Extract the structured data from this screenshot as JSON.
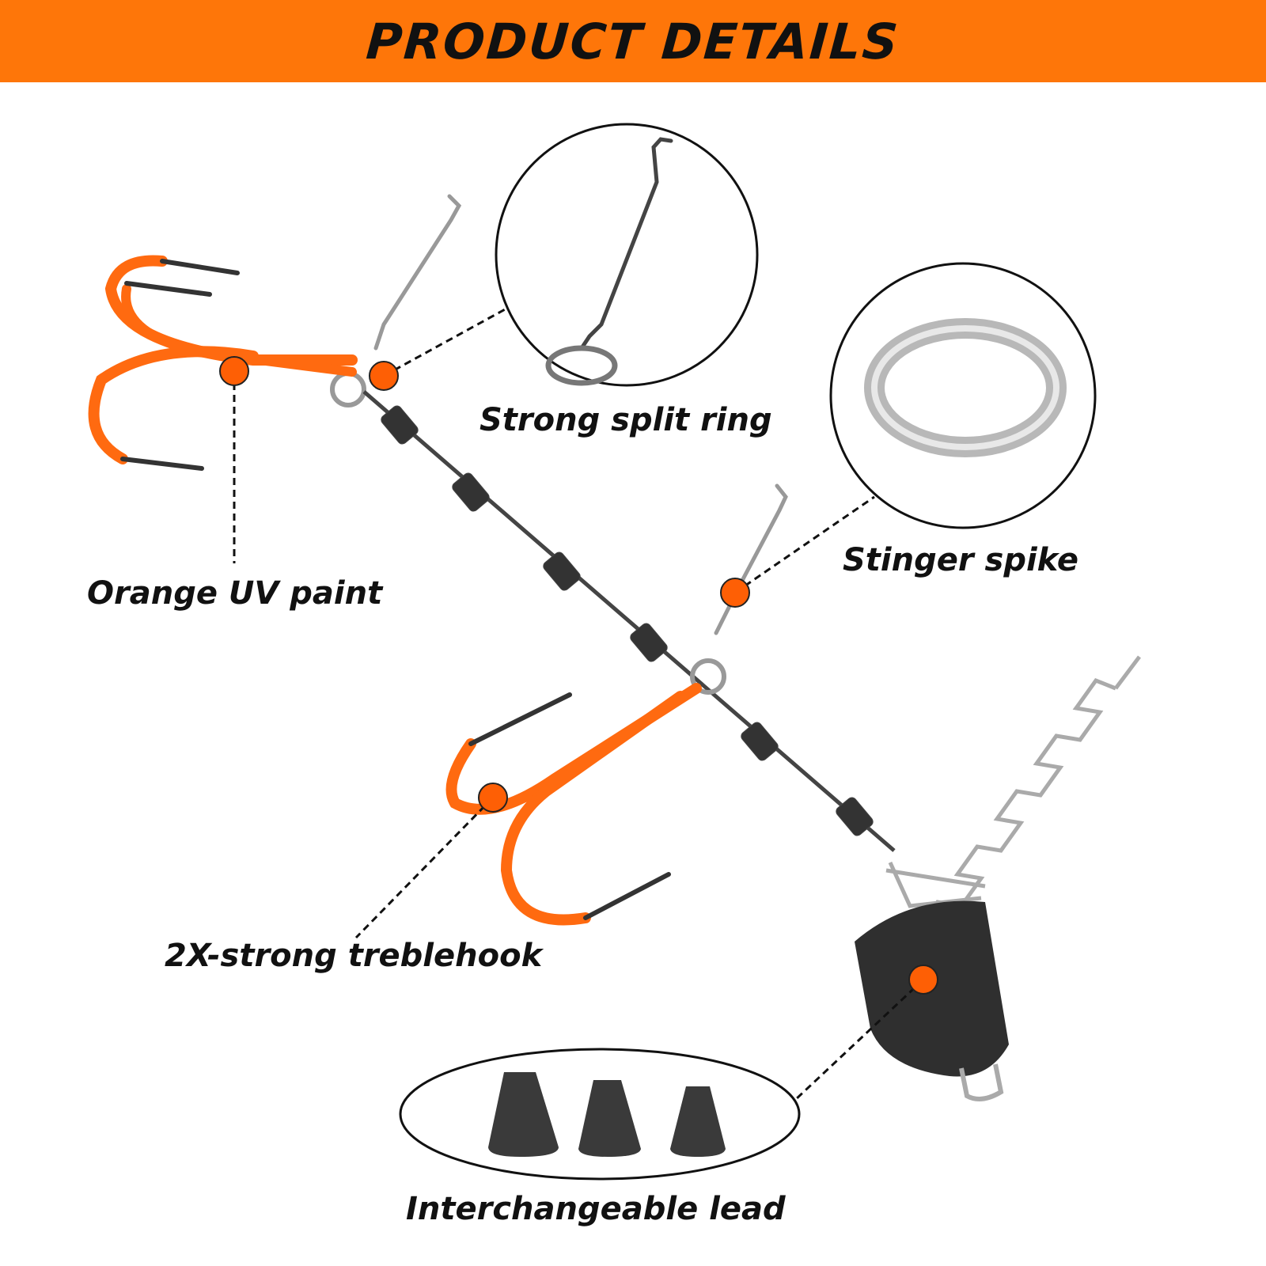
{
  "header": {
    "title": "PRODUCT DETAILS"
  },
  "labels": {
    "split_ring": "Strong split ring",
    "stinger_spike": "Stinger spike",
    "uv_paint": "Orange UV paint",
    "treblehook": "2X-strong treblehook",
    "lead": "Interchangeable lead"
  },
  "colors": {
    "accent": "#fe7609",
    "hook_orange": "#ff6a10",
    "text": "#111111"
  }
}
